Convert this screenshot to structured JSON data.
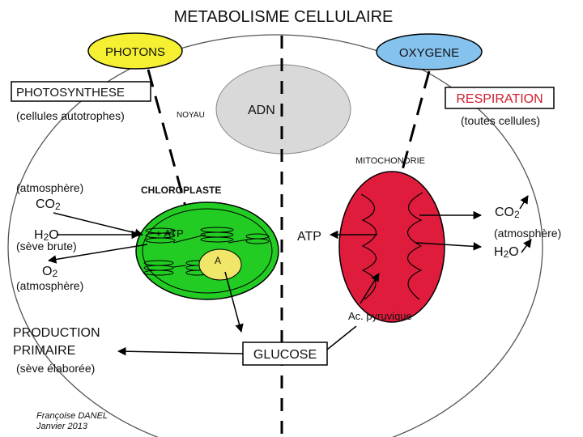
{
  "title": "METABOLISME CELLULAIRE",
  "labels": {
    "photons": "PHOTONS",
    "oxygene": "OXYGENE",
    "photosynthese": "PHOTOSYNTHESE",
    "autotrophes": "(cellules autotrophes)",
    "noyau": "NOYAU",
    "adn": "ADN",
    "respiration": "RESPIRATION",
    "toutes_cellules": "(toutes cellules)",
    "mitochondrie": "MITOCHONDRIE",
    "atmosphere_left": "(atmosphère)",
    "co2_left": "CO",
    "h2o_left": "H",
    "h2o_left_o": "O",
    "seve_brute": "(sève brute)",
    "o2": "O",
    "atmosphere_left2": "(atmosphère)",
    "chloroplaste": "CHLOROPLASTE",
    "plus_atp": "+ ATP",
    "a_label": "A",
    "atp": "ATP",
    "co2_right": "CO",
    "atmosphere_right": "(atmosphère)",
    "h2o_right": "H",
    "h2o_right_o": "O",
    "ac_pyruvique": "Ac. pyruvique",
    "production": "PRODUCTION",
    "primaire": "PRIMAIRE",
    "seve_elaboree": "(sève élaborée)",
    "glucose": "GLUCOSE",
    "subscript_2": "2"
  },
  "credit": {
    "author": "Françoise DANEL",
    "date": "Janvier 2013"
  },
  "colors": {
    "photons_fill": "#f5f032",
    "oxygene_fill": "#86c2ee",
    "chloroplast_fill": "#22cc22",
    "mitochondria_fill": "#e01c3c",
    "nucleus_fill": "#d9d9d9",
    "a_fill": "#f0e66a"
  }
}
